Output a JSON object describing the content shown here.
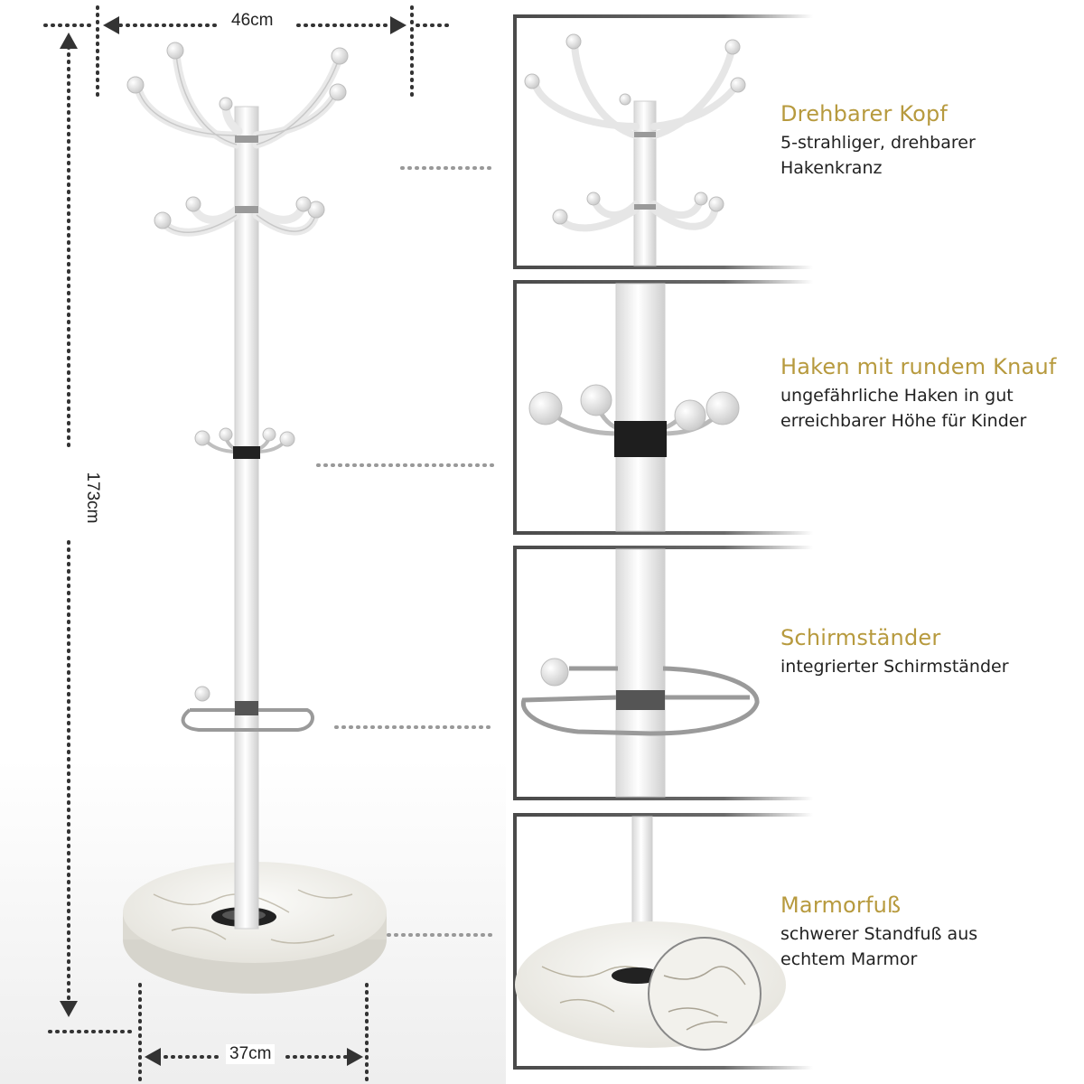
{
  "dimensions": {
    "width_top": "46cm",
    "height": "173cm",
    "width_base": "37cm"
  },
  "features": [
    {
      "title": "Drehbarer Kopf",
      "description": "5-strahliger, drehbarer\nHakenkranz"
    },
    {
      "title": "Haken mit rundem Knauf",
      "description": "ungefährliche Haken in gut\nerreichbarer Höhe für Kinder"
    },
    {
      "title": "Schirmständer",
      "description": "integrierter Schirmständer"
    },
    {
      "title": "Marmorfuß",
      "description": "schwerer Standfuß aus\nechtem Marmor"
    }
  ],
  "colors": {
    "accent_gold": "#b79a3e",
    "frame_gray": "#555555",
    "stand_white": "#f4f4f4"
  }
}
